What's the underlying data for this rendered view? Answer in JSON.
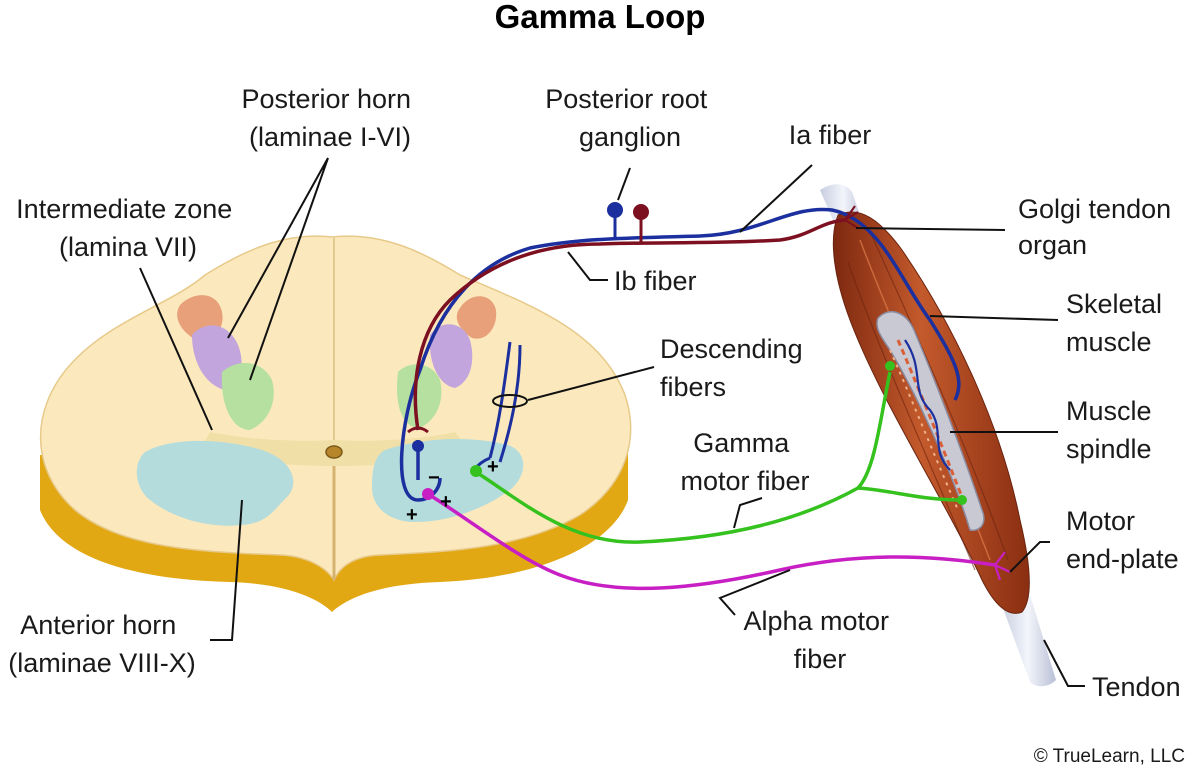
{
  "title": "Gamma Loop",
  "labels": {
    "posterior_horn": [
      "Posterior horn",
      "(laminae I-VI)"
    ],
    "intermediate_zone": [
      "Intermediate zone",
      "(lamina VII)"
    ],
    "anterior_horn": [
      "Anterior horn",
      "(laminae VIII-X)"
    ],
    "posterior_root_ganglion": [
      "Posterior root",
      "ganglion"
    ],
    "ia_fiber": "Ia fiber",
    "ib_fiber": "Ib fiber",
    "descending_fibers": [
      "Descending",
      "fibers"
    ],
    "gamma_motor_fiber": [
      "Gamma",
      "motor fiber"
    ],
    "alpha_motor_fiber": [
      "Alpha motor",
      "fiber"
    ],
    "golgi_tendon_organ": [
      "Golgi tendon",
      "organ"
    ],
    "skeletal_muscle": [
      "Skeletal",
      "muscle"
    ],
    "muscle_spindle": [
      "Muscle",
      "spindle"
    ],
    "motor_end_plate": [
      "Motor",
      "end-plate"
    ],
    "tendon": "Tendon"
  },
  "signs": {
    "minus": "−",
    "plus": "+"
  },
  "copyright": "© TrueLearn, LLC",
  "colors": {
    "ia_fiber": "#1b2f9e",
    "ib_fiber": "#7d1020",
    "gamma_fiber": "#35c21e",
    "alpha_fiber": "#c81fc4",
    "white_matter": "#fbe9bd",
    "gray_matter_anterior": "#b5dcdc",
    "posterior_horn_outer": "#e8a07a",
    "posterior_horn_mid": "#c2a5dc",
    "posterior_horn_inner": "#b5e0a0",
    "muscle": "#b34a24",
    "cord_edge": "#e2a813"
  }
}
